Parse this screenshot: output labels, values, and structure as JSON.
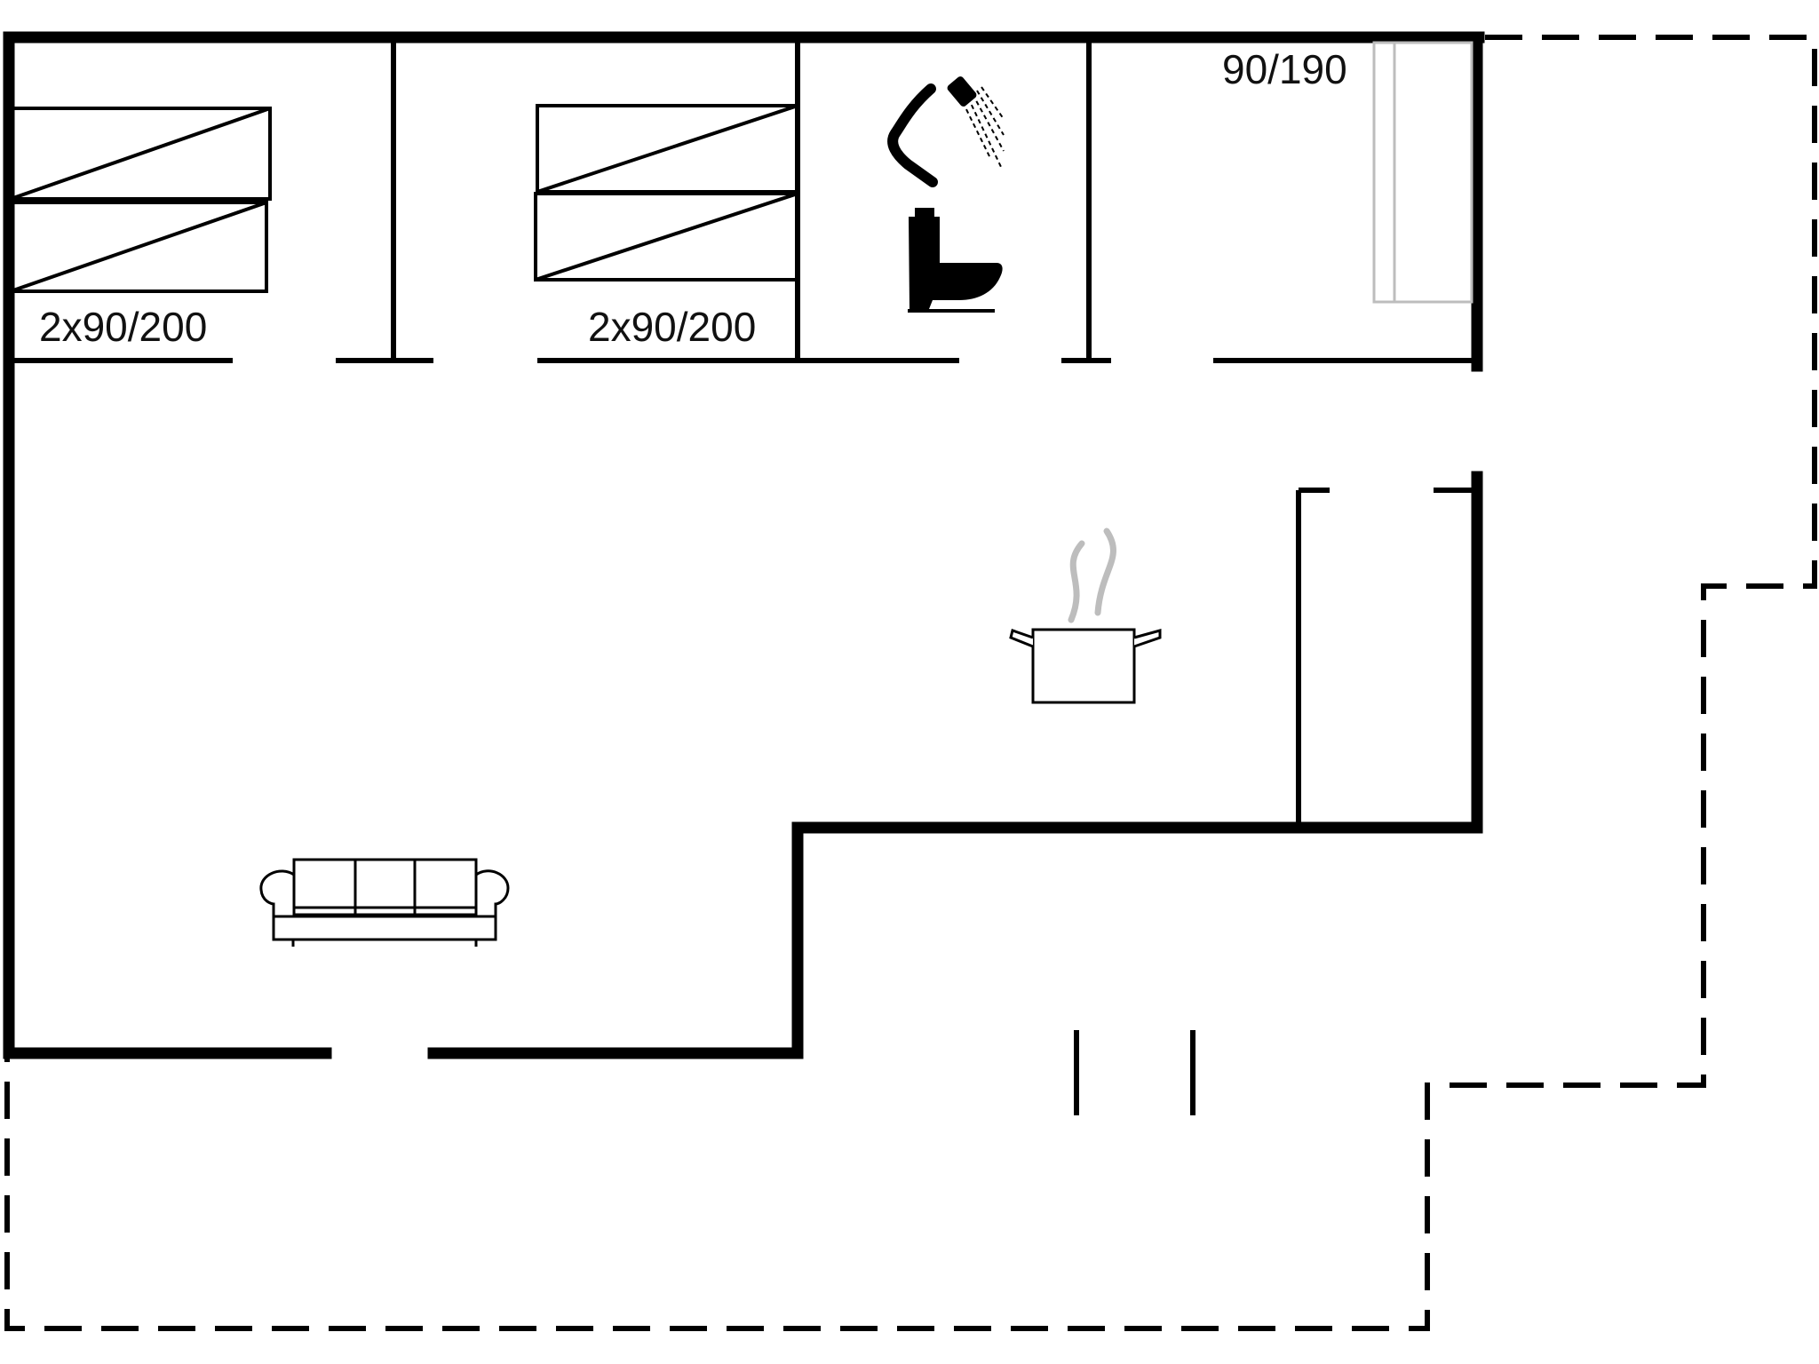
{
  "labels": {
    "bed_left": "2x90/200",
    "bed_middle": "2x90/200",
    "bed_right": "90/190"
  },
  "icons": {
    "shower": "shower-icon",
    "toilet": "toilet-icon",
    "cooking_pot": "cooking-pot-icon",
    "sofa": "sofa-icon"
  },
  "colors": {
    "wall": "#000000",
    "steam": "#bdbdbd",
    "background": "#ffffff"
  }
}
